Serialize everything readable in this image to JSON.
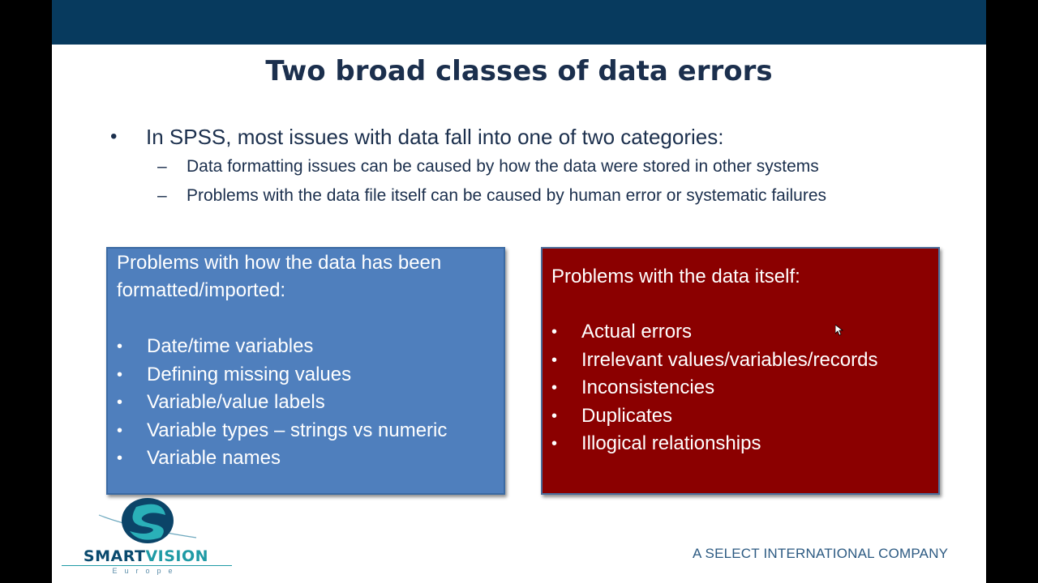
{
  "slide": {
    "title": "Two broad classes of data errors",
    "intro": {
      "bullet": "In SPSS, most issues with data fall into one of two categories:",
      "sub_items": [
        "Data formatting issues can be caused by how the data were stored in other systems",
        "Problems with the data file itself can be caused by human error or systematic failures"
      ],
      "bullet_glyph": "•",
      "dash_glyph": "–"
    },
    "boxes": [
      {
        "heading": "Problems with how the data has been formatted/imported:",
        "color": "#4f7fbd",
        "items": [
          "Date/time variables",
          "Defining missing values",
          "Variable/value labels",
          "Variable types – strings vs numeric",
          "Variable names"
        ]
      },
      {
        "heading": "Problems with the data itself:",
        "color": "#8b0000",
        "items": [
          "Actual errors",
          "Irrelevant values/variables/records",
          "Inconsistencies",
          "Duplicates",
          "Illogical relationships"
        ]
      }
    ],
    "footer": {
      "logo": {
        "word1": "SMART",
        "word2": "VISION",
        "subtitle": "Europe"
      },
      "company": "A SELECT INTERNATIONAL COMPANY"
    },
    "colors": {
      "topbar": "#073a5e",
      "title": "#1b2f4d",
      "blue_box": "#4f7fbd",
      "red_box": "#8b0000"
    }
  }
}
